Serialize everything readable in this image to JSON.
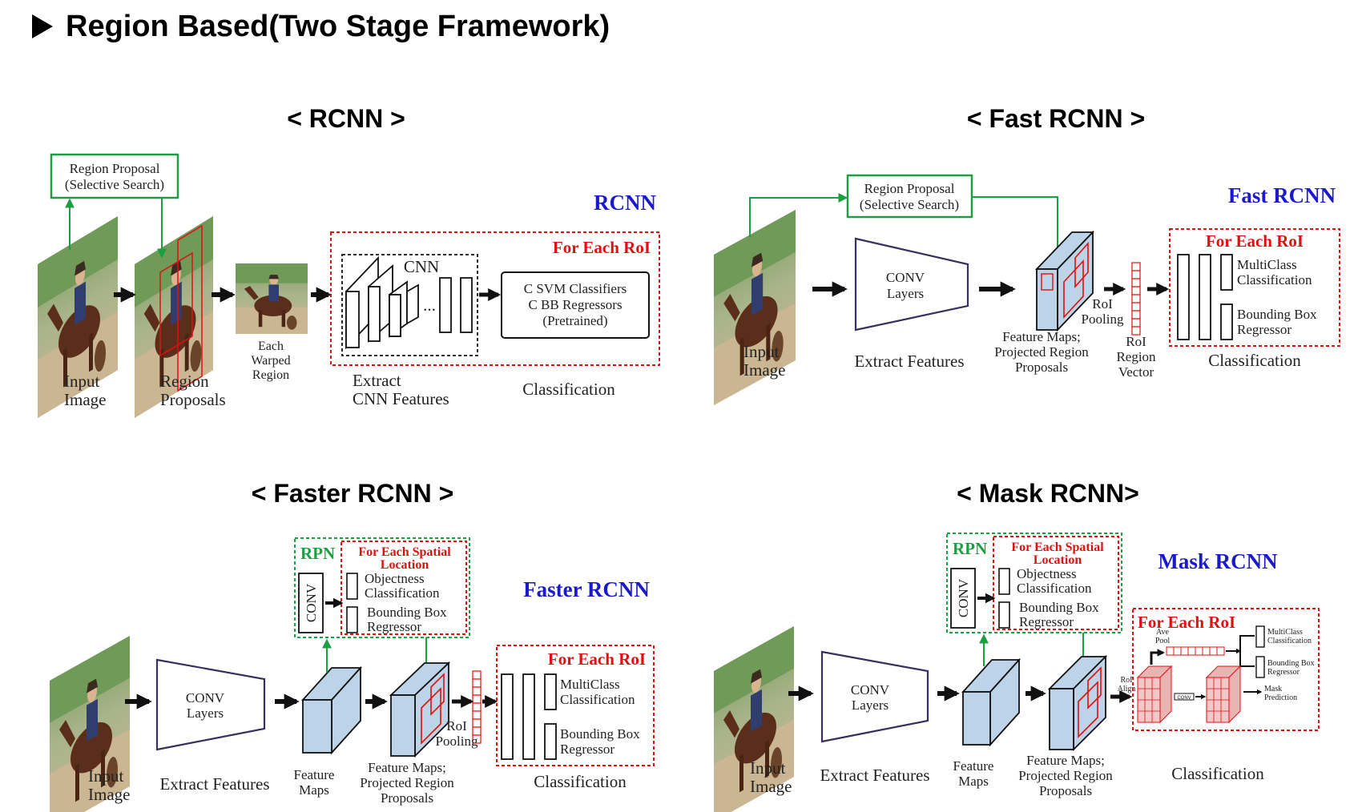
{
  "title": "Region Based(Two Stage Framework)",
  "icons": {
    "title": "triangle-bullet-icon",
    "photo": "horse-rider-photo-icon"
  },
  "colors": {
    "green": "#1aa040",
    "red": "#e01010",
    "blue": "#1a1acc",
    "feature_map": "#bcd3e8"
  },
  "rcnn": {
    "section_title": "< RCNN >",
    "brand": "RCNN",
    "region_proposal": [
      "Region Proposal",
      "(Selective Search)"
    ],
    "for_each_roi": "For Each RoI",
    "cnn": "CNN",
    "ellipsis": "...",
    "classifiers": [
      "C SVM Classifiers",
      "C BB Regressors",
      "(Pretrained)"
    ],
    "input_image": [
      "Input",
      "Image"
    ],
    "region_proposals": [
      "Region",
      "Proposals"
    ],
    "warped": [
      "Each",
      "Warped",
      "Region"
    ],
    "extract": [
      "Extract",
      "CNN Features"
    ],
    "classification": "Classification"
  },
  "fast": {
    "section_title": "< Fast RCNN >",
    "brand": "Fast RCNN",
    "region_proposal": [
      "Region Proposal",
      "(Selective Search)"
    ],
    "for_each_roi": "For Each RoI",
    "conv": [
      "CONV",
      "Layers"
    ],
    "input_image": [
      "Input",
      "Image"
    ],
    "extract": "Extract Features",
    "feature_maps": [
      "Feature Maps;",
      "Projected Region",
      "Proposals"
    ],
    "roi_pooling": [
      "RoI",
      "Pooling"
    ],
    "roi_vector": [
      "RoI",
      "Region",
      "Vector"
    ],
    "multiclass": [
      "MultiClass",
      "Classification"
    ],
    "bbox": [
      "Bounding Box",
      "Regressor"
    ],
    "classification": "Classification"
  },
  "faster": {
    "section_title": "< Faster RCNN >",
    "brand": "Faster RCNN",
    "rpn": "RPN",
    "spatial": [
      "For Each Spatial",
      "Location"
    ],
    "objectness": [
      "Objectness",
      "Classification"
    ],
    "rpn_bbox": [
      "Bounding Box",
      "Regressor"
    ],
    "rpn_conv": "CONV",
    "conv": [
      "CONV",
      "Layers"
    ],
    "for_each_roi": "For Each RoI",
    "input_image": [
      "Input",
      "Image"
    ],
    "extract": "Extract Features",
    "feature_maps_short": [
      "Feature",
      "Maps"
    ],
    "feature_maps": [
      "Feature Maps;",
      "Projected Region",
      "Proposals"
    ],
    "roi_pooling": [
      "RoI",
      "Pooling"
    ],
    "multiclass": [
      "MultiClass",
      "Classification"
    ],
    "bbox": [
      "Bounding Box",
      "Regressor"
    ],
    "classification": "Classification"
  },
  "mask": {
    "section_title": "< Mask RCNN>",
    "brand": "Mask RCNN",
    "rpn": "RPN",
    "spatial": [
      "For Each Spatial",
      "Location"
    ],
    "objectness": [
      "Objectness",
      "Classification"
    ],
    "rpn_bbox": [
      "Bounding Box",
      "Regressor"
    ],
    "rpn_conv": "CONV",
    "conv": [
      "CONV",
      "Layers"
    ],
    "for_each_roi": "For Each RoI",
    "ave_pool": [
      "Ave",
      "Pool"
    ],
    "roi_align": [
      "RoI",
      "Align"
    ],
    "conv_small": "CONV",
    "multiclass": [
      "MultiClass",
      "Classification"
    ],
    "bbox": [
      "Bounding Box",
      "Regressor"
    ],
    "mask_pred": [
      "Mask",
      "Prediction"
    ],
    "input_image": [
      "Input",
      "Image"
    ],
    "extract": "Extract Features",
    "feature_maps_short": [
      "Feature",
      "Maps"
    ],
    "feature_maps": [
      "Feature Maps;",
      "Projected Region",
      "Proposals"
    ],
    "classification": "Classification"
  }
}
